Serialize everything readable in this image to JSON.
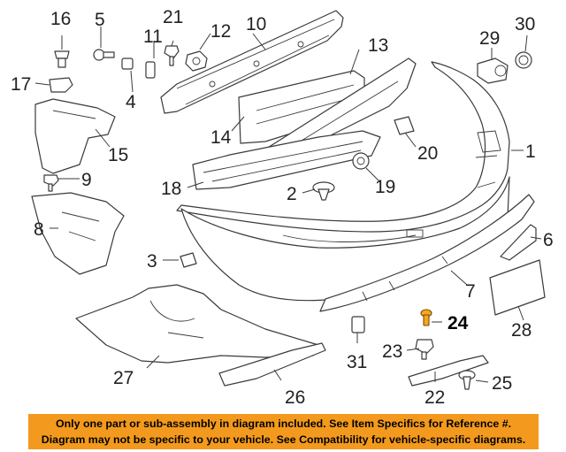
{
  "callouts": {
    "n1": "1",
    "n2": "2",
    "n3": "3",
    "n4": "4",
    "n5": "5",
    "n6": "6",
    "n7": "7",
    "n8": "8",
    "n9": "9",
    "n10": "10",
    "n11": "11",
    "n12": "12",
    "n13": "13",
    "n14": "14",
    "n15": "15",
    "n16": "16",
    "n17": "17",
    "n18": "18",
    "n19": "19",
    "n20": "20",
    "n21": "21",
    "n22": "22",
    "n23": "23",
    "n24": "24",
    "n25": "25",
    "n26": "26",
    "n27": "27",
    "n28": "28",
    "n29": "29",
    "n30": "30",
    "n31": "31"
  },
  "highlighted_part": "24",
  "colors": {
    "highlight": "#f5a623",
    "banner": "#f39a1e"
  },
  "disclaimer": {
    "line1": "Only one part or sub-assembly in diagram included. See Item Specifics for Reference #.",
    "line2": "Diagram may not be specific to your vehicle. See Compatibility for vehicle-specific diagrams."
  }
}
